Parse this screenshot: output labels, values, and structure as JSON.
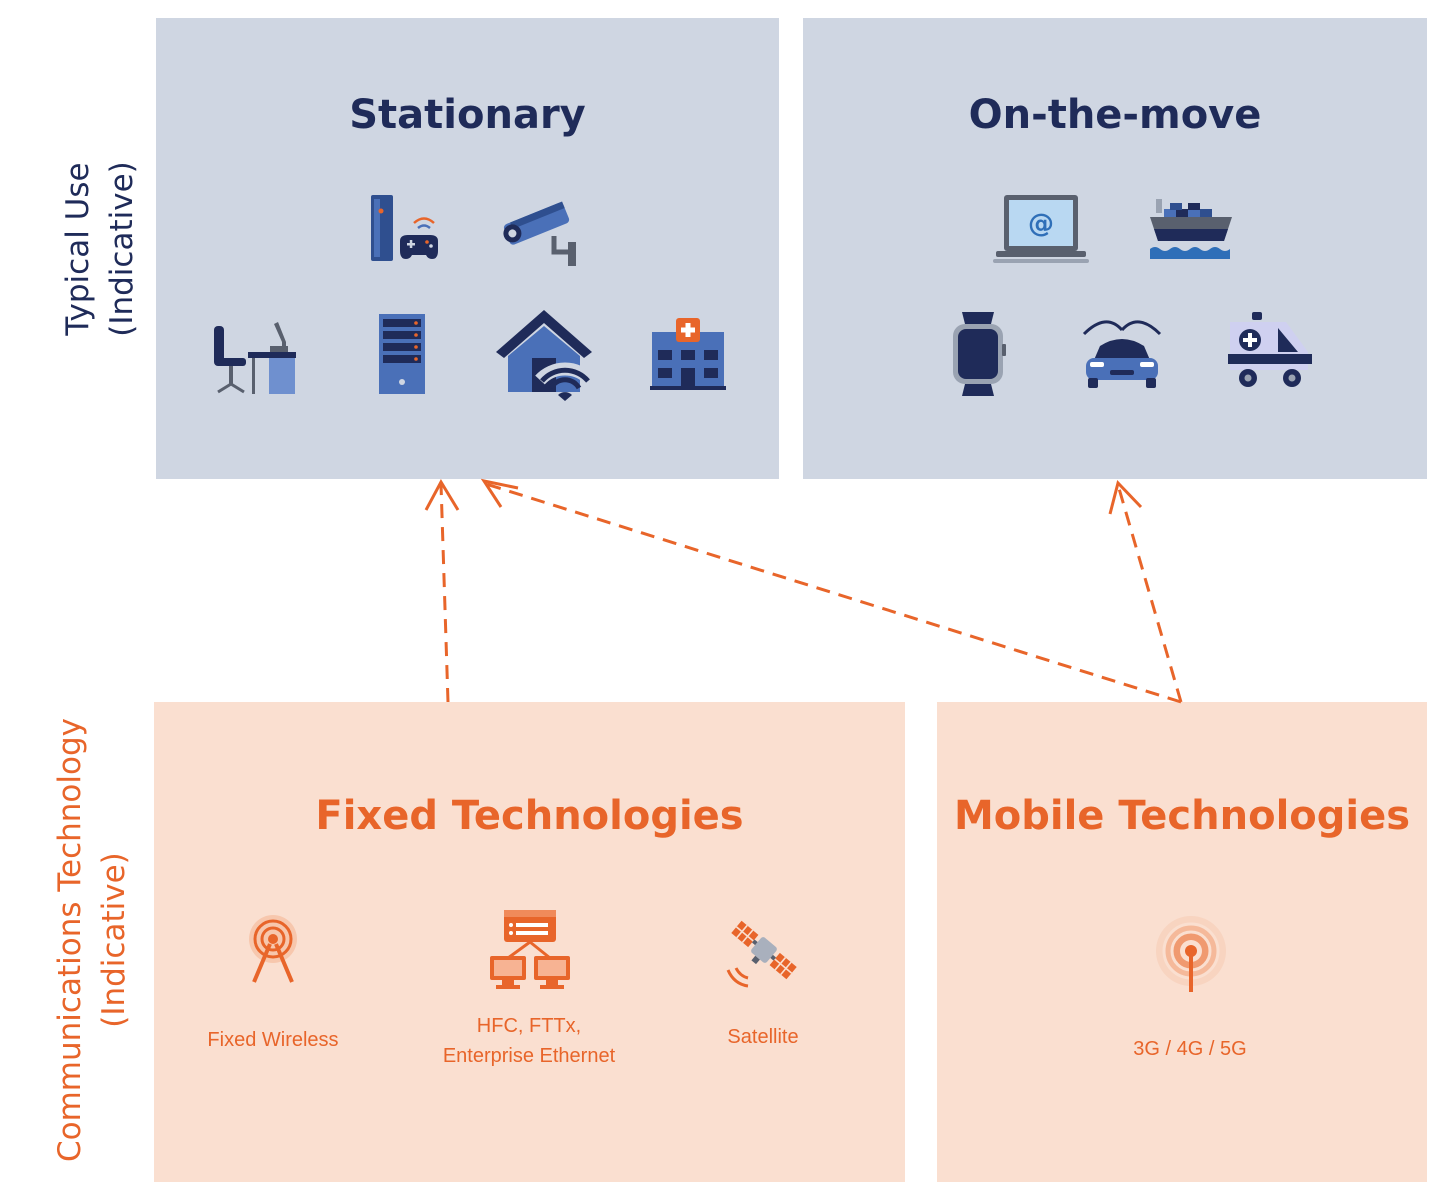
{
  "side_labels": {
    "usage_line1": "Typical Use",
    "usage_line2": "(Indicative)",
    "tech_line1": "Communications Technology",
    "tech_line2": "(Indicative)"
  },
  "panels": {
    "stationary": {
      "title": "Stationary"
    },
    "on_the_move": {
      "title": "On-the-move"
    },
    "fixed": {
      "title": "Fixed Technologies",
      "items": [
        {
          "label": "Fixed Wireless",
          "icon": "radio-tower-icon"
        },
        {
          "label_line1": "HFC, FTTx,",
          "label_line2": "Enterprise Ethernet",
          "icon": "network-icon"
        },
        {
          "label": "Satellite",
          "icon": "satellite-icon"
        }
      ]
    },
    "mobile": {
      "title": "Mobile Technologies",
      "items": [
        {
          "label": "3G / 4G / 5G",
          "icon": "antenna-signal-icon"
        }
      ]
    }
  },
  "colors": {
    "usage_panel": "#cfd6e2",
    "usage_title": "#1f2b59",
    "tech_panel": "#fadfd0",
    "tech_accent": "#e8652a",
    "arrow": "#e8652a"
  }
}
